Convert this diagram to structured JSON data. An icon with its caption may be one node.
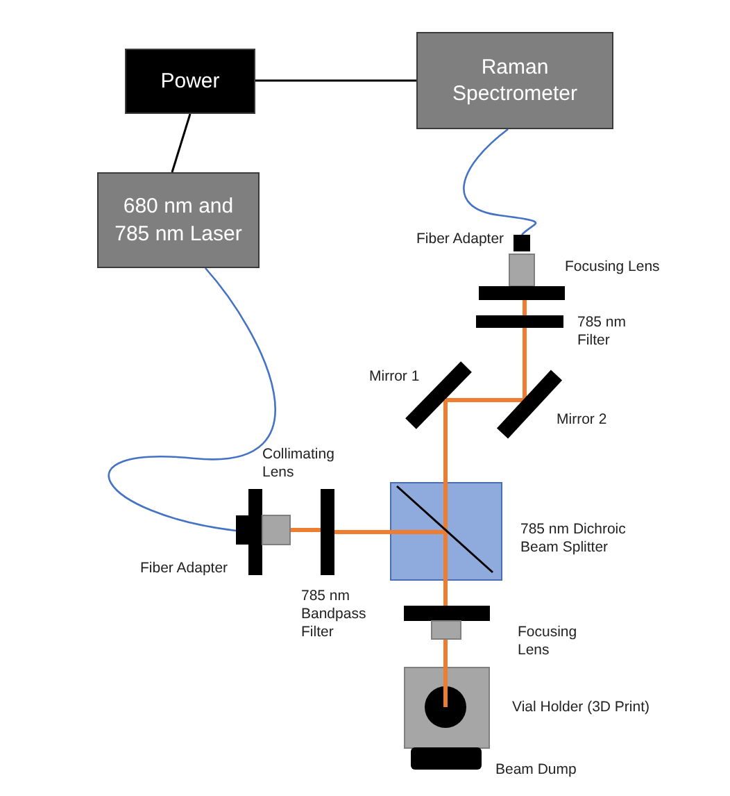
{
  "diagram": {
    "nodes": [
      {
        "text": [
          "Power"
        ]
      },
      {
        "text": [
          "Raman Spectrometer"
        ]
      },
      {
        "text": [
          "680 nm and 785 nm Laser"
        ]
      },
      {
        "text": [],
        "shape": "box",
        "beside": [
          "Fiber Adapter"
        ]
      },
      {
        "text": [],
        "shape": "box",
        "beside": [
          "Focusing Lens"
        ]
      },
      {
        "text": [],
        "shape": "bar",
        "beside": [
          "785 nm Filter"
        ]
      },
      {
        "text": [],
        "shape": "bar",
        "beside": [
          "Mirror 1"
        ]
      },
      {
        "text": [],
        "shape": "bar",
        "beside": [
          "Mirror 2"
        ]
      },
      {
        "text": [],
        "shape": "box",
        "beside": [
          "Fiber Adapter"
        ]
      },
      {
        "text": [],
        "shape": "box"
      },
      {
        "text": [],
        "shape": "bar",
        "beside": [
          "785 nm Bandpass Filter"
        ]
      },
      {
        "text": [],
        "shape": "box",
        "beside": [
          "785 nm Dichroic Beam Splitter"
        ]
      },
      {
        "text": [],
        "shape": "box",
        "beside": [
          "Focusing Lens"
        ]
      },
      {
        "text": [],
        "shape": "box",
        "beside": [
          "Vial Holder (3D Print)"
        ]
      },
      {
        "text": [],
        "shape": "box",
        "beside": [
          "Beam Dump"
        ]
      }
    ],
    "edges": [
      {
        "from": 0,
        "to": 1,
        "arrow": "none",
        "color": "#000000"
      },
      {
        "from": 0,
        "to": 2,
        "arrow": "none",
        "color": "#000000"
      },
      {
        "from": 1,
        "to": 3,
        "arrow": "none",
        "color": "#4472c4"
      },
      {
        "from": 2,
        "to": 8,
        "arrow": "none",
        "color": "#4472c4"
      },
      {
        "from": 9,
        "to": 10,
        "arrow": "none"
      },
      {
        "from": 10,
        "to": 11,
        "arrow": "none"
      },
      {
        "from": 11,
        "to": 6,
        "arrow": "none"
      },
      {
        "from": 6,
        "to": 7,
        "arrow": "none"
      },
      {
        "from": 7,
        "to": 5,
        "arrow": "none"
      },
      {
        "from": 5,
        "to": 4,
        "arrow": "none"
      },
      {
        "from": 11,
        "to": 12,
        "arrow": "none"
      },
      {
        "from": 12,
        "to": 13,
        "arrow": "none"
      }
    ],
    "labels": [
      "Collimating Lens"
    ]
  }
}
